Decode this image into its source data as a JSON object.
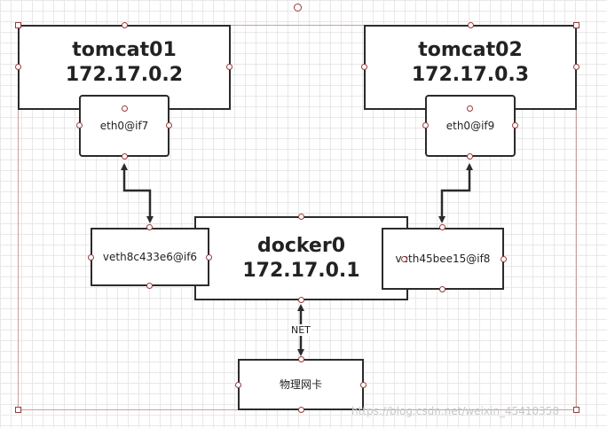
{
  "nodes": {
    "tomcat01": {
      "name": "tomcat01",
      "ip": "172.17.0.2"
    },
    "tomcat02": {
      "name": "tomcat02",
      "ip": "172.17.0.3"
    },
    "eth0_if7": {
      "label": "eth0@if7"
    },
    "eth0_if9": {
      "label": "eth0@if9"
    },
    "docker0": {
      "name": "docker0",
      "ip": "172.17.0.1"
    },
    "veth_left": {
      "label": "veth8c433e6@if6"
    },
    "veth_right": {
      "label": "veth45bee15@if8"
    },
    "physical_nic": {
      "label": "物理网卡"
    }
  },
  "edges": [
    {
      "from": "eth0_if7",
      "to": "veth_left",
      "direction": "both"
    },
    {
      "from": "eth0_if9",
      "to": "veth_right",
      "direction": "both"
    },
    {
      "from": "docker0",
      "to": "physical_nic",
      "direction": "both",
      "label": "NET"
    }
  ],
  "colors": {
    "line": "#2b2b2b",
    "handle": "#9a3b3b",
    "selection": "#c8a0a0",
    "grid": "#e8e8e8"
  },
  "watermark": "https://blog.csdn.net/weixin_45410358"
}
